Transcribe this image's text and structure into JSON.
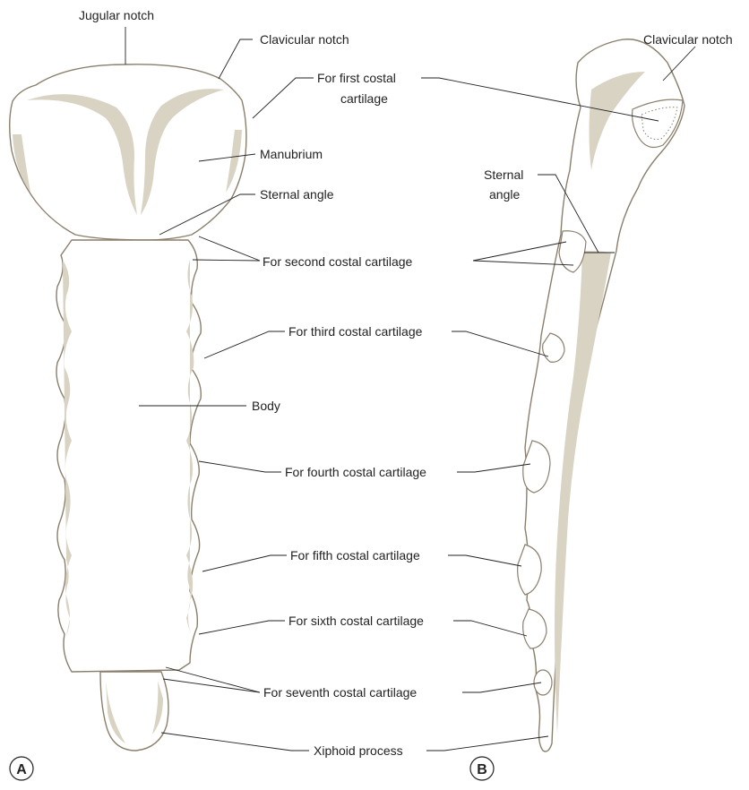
{
  "labels": {
    "jugular_notch": "Jugular notch",
    "clavicular_notch_a": "Clavicular notch",
    "clavicular_notch_b": "Clavicular notch",
    "first_costal_line1": "For first costal",
    "first_costal_line2": "cartilage",
    "manubrium": "Manubrium",
    "sternal_angle_a": "Sternal angle",
    "sternal_angle_b_line1": "Sternal",
    "sternal_angle_b_line2": "angle",
    "second_costal": "For second costal cartilage",
    "third_costal": "For third costal cartilage",
    "body": "Body",
    "fourth_costal": "For fourth costal cartilage",
    "fifth_costal": "For fifth costal cartilage",
    "sixth_costal": "For sixth costal cartilage",
    "seventh_costal": "For seventh costal cartilage",
    "xiphoid": "Xiphoid process"
  },
  "panels": {
    "a": "A",
    "b": "B"
  },
  "colors": {
    "outline": "#8a7f6c",
    "shading": "#d9d3c4",
    "text": "#222222"
  }
}
